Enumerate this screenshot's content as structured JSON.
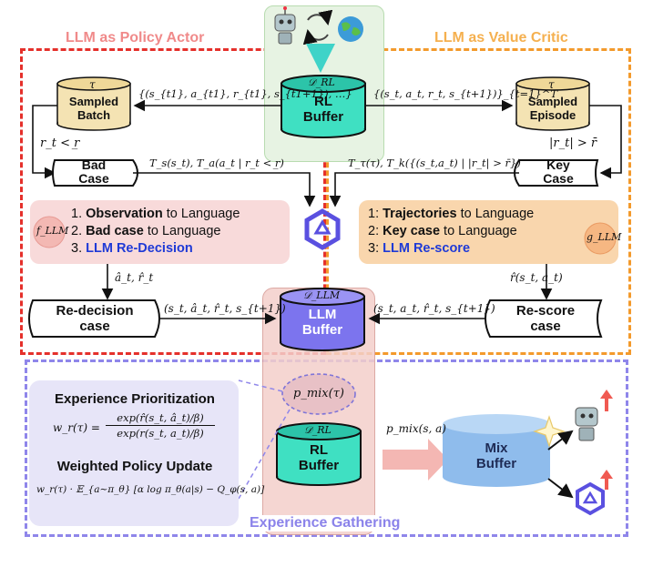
{
  "titles": {
    "policy_actor": "LLM as Policy Actor",
    "value_critic": "LLM as Value Critic",
    "experience_gathering": "Experience Gathering"
  },
  "rl_buffer_top": {
    "sub": "𝒟_RL",
    "label_line1": "RL",
    "label_line2": "Buffer"
  },
  "sampled_batch": {
    "tau": "τ",
    "line1": "Sampled",
    "line2": "Batch"
  },
  "sampled_episode": {
    "tau": "τ",
    "line1": "Sampled",
    "line2": "Episode"
  },
  "batch_tuple": "{(s_{t1}, a_{t1}, r_{t1}, s_{t1+1}), …}",
  "episode_tuple": "{(s_t, a_t, r_t, s_{t+1})}_{t=1}^T",
  "cond_left": "r_t < r̲",
  "cond_right": "|r_t| > r̄",
  "bad_case": {
    "line1": "Bad",
    "line2": "Case"
  },
  "key_case": {
    "line1": "Key",
    "line2": "Case"
  },
  "bad_transform": "T_s(s_t), T_a(a_t | r_t < r̲)",
  "key_transform": "T_τ(τ), T_k({(s_t,a_t) | |r_t| > r̄})",
  "actor_list": [
    {
      "num": "1.",
      "bold": "Observation",
      "rest": " to Language"
    },
    {
      "num": "2.",
      "bold": "Bad case",
      "rest": " to Language"
    },
    {
      "num": "3.",
      "blue": "LLM Re-Decision"
    }
  ],
  "critic_list": [
    {
      "num": "1:",
      "bold": "Trajectories",
      "rest": " to Language"
    },
    {
      "num": "2:",
      "bold": "Key case",
      "rest": " to Language"
    },
    {
      "num": "3:",
      "blue": "LLM Re-score"
    }
  ],
  "f_llm": "f_LLM",
  "g_llm": "g_LLM",
  "actor_out": "â_t, r̂_t",
  "critic_out": "r̂(s_t, a_t)",
  "redecision_case": {
    "line1": "Re-decision",
    "line2": "case"
  },
  "rescore_case": {
    "line1": "Re-score",
    "line2": "case"
  },
  "redecision_tuple": "(s_t, â_t, r̂_t, s_{t+1})",
  "rescore_tuple": "(s_t, a_t, r̂_t, s_{t+1})",
  "llm_buffer": {
    "sub": "𝒟_LLM",
    "line1": "LLM",
    "line2": "Buffer"
  },
  "p_mix_tau": "p_mix(τ)",
  "rl_buffer_bottom": {
    "sub": "𝒟_RL",
    "line1": "RL",
    "line2": "Buffer"
  },
  "p_mix_sa": "p_mix(s, a)",
  "mix_buffer": {
    "line1": "Mix",
    "line2": "Buffer"
  },
  "prioritization": {
    "title": "Experience Prioritization",
    "lhs": "w_r(τ) =",
    "num": "exp(r̂(s_t, â_t)/β)",
    "den": "exp(r(s_t, a_t)/β)"
  },
  "policy_update": {
    "title": "Weighted Policy Update",
    "formula": "w_r(τ) · 𝔼_{a∼π_θ} [α log π_θ(a|s) − Q_φ(s, a)]"
  },
  "colors": {
    "red": "#e5302b",
    "orange": "#f39a2c",
    "purple": "#8f86ea",
    "teal": "#3cdcc0",
    "llm_purple": "#7c74ee",
    "beige": "#f4e3b3"
  }
}
